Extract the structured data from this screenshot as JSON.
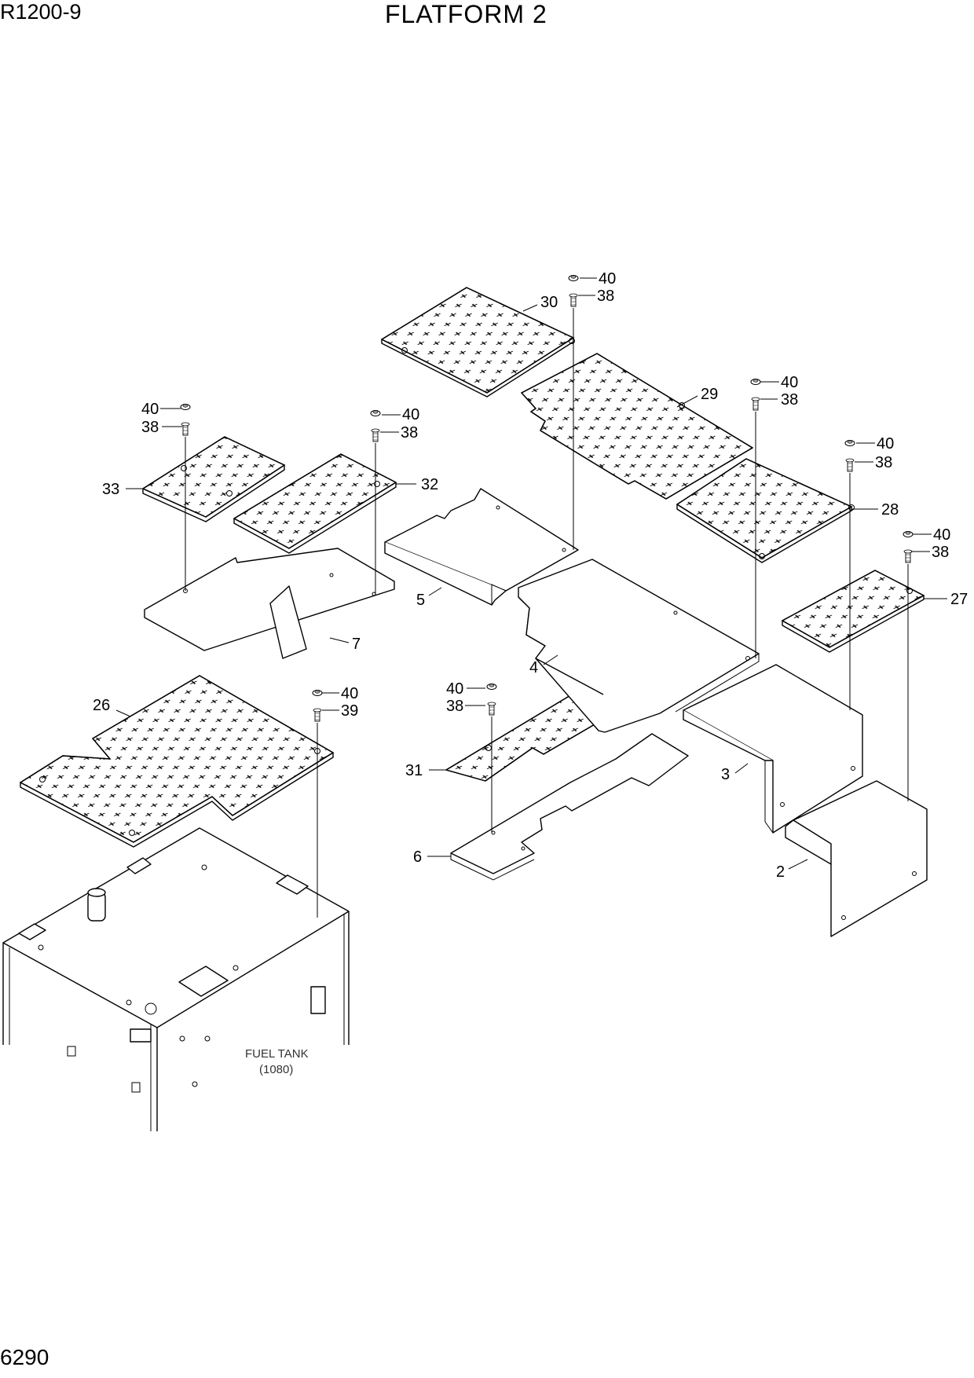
{
  "header": {
    "model": "R1200-9",
    "title": "FLATFORM 2",
    "page_number": "6290"
  },
  "fuel_tank": {
    "label": "FUEL TANK",
    "ref": "(1080)"
  },
  "callouts": {
    "c2": "2",
    "c3": "3",
    "c4": "4",
    "c5": "5",
    "c6": "6",
    "c7": "7",
    "c26": "26",
    "c27": "27",
    "c28": "28",
    "c29": "29",
    "c30": "30",
    "c31": "31",
    "c32": "32",
    "c33": "33",
    "c38": "38",
    "c39": "39",
    "c40": "40"
  }
}
